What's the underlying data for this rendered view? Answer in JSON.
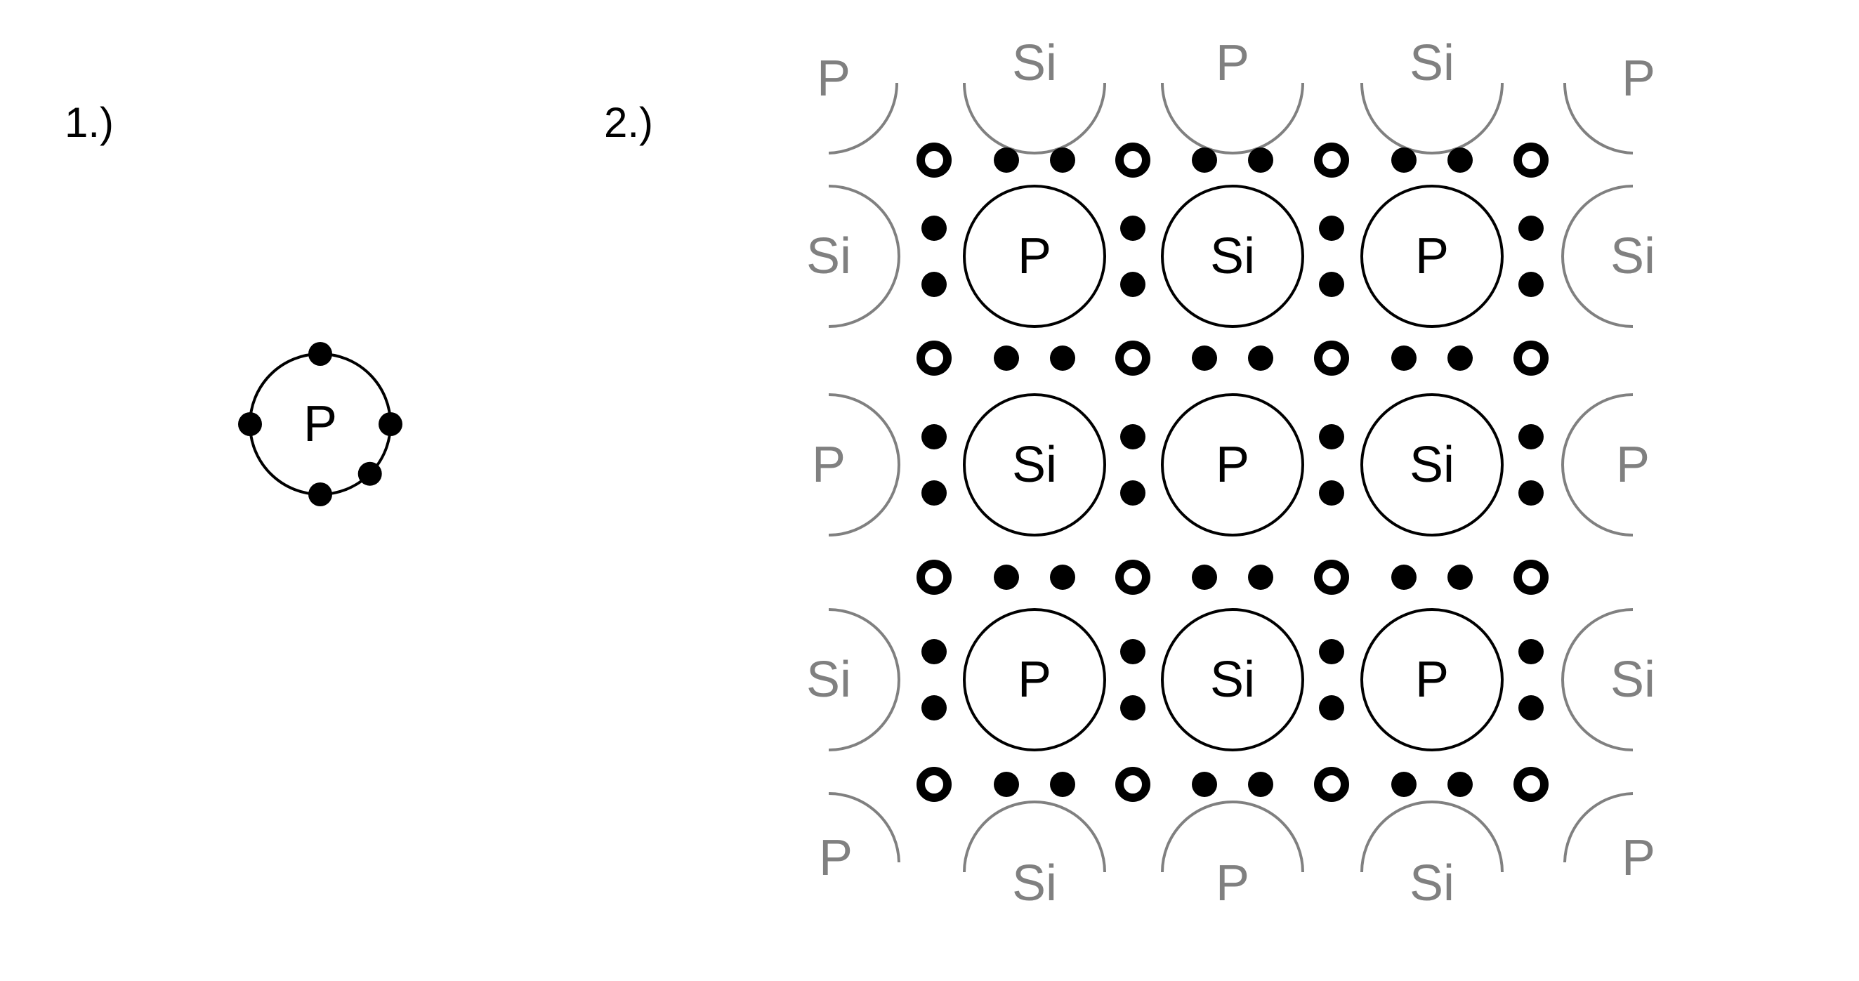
{
  "panels": [
    {
      "label": "1.)"
    },
    {
      "label": "2.)"
    }
  ],
  "single_atom": {
    "symbol": "P",
    "valence_electrons": 5
  },
  "lattice": {
    "atoms": [
      [
        "P",
        "Si",
        "P"
      ],
      [
        "Si",
        "P",
        "Si"
      ],
      [
        "P",
        "Si",
        "P"
      ]
    ],
    "neighbors": {
      "top": [
        "Si",
        "P",
        "Si"
      ],
      "bottom": [
        "Si",
        "P",
        "Si"
      ],
      "left": [
        "Si",
        "P",
        "Si"
      ],
      "right": [
        "Si",
        "P",
        "Si"
      ],
      "corners": [
        "P",
        "P",
        "P",
        "P"
      ]
    }
  },
  "colors": {
    "main": "#000000",
    "neighbor": "#808080",
    "background": "#ffffff"
  }
}
